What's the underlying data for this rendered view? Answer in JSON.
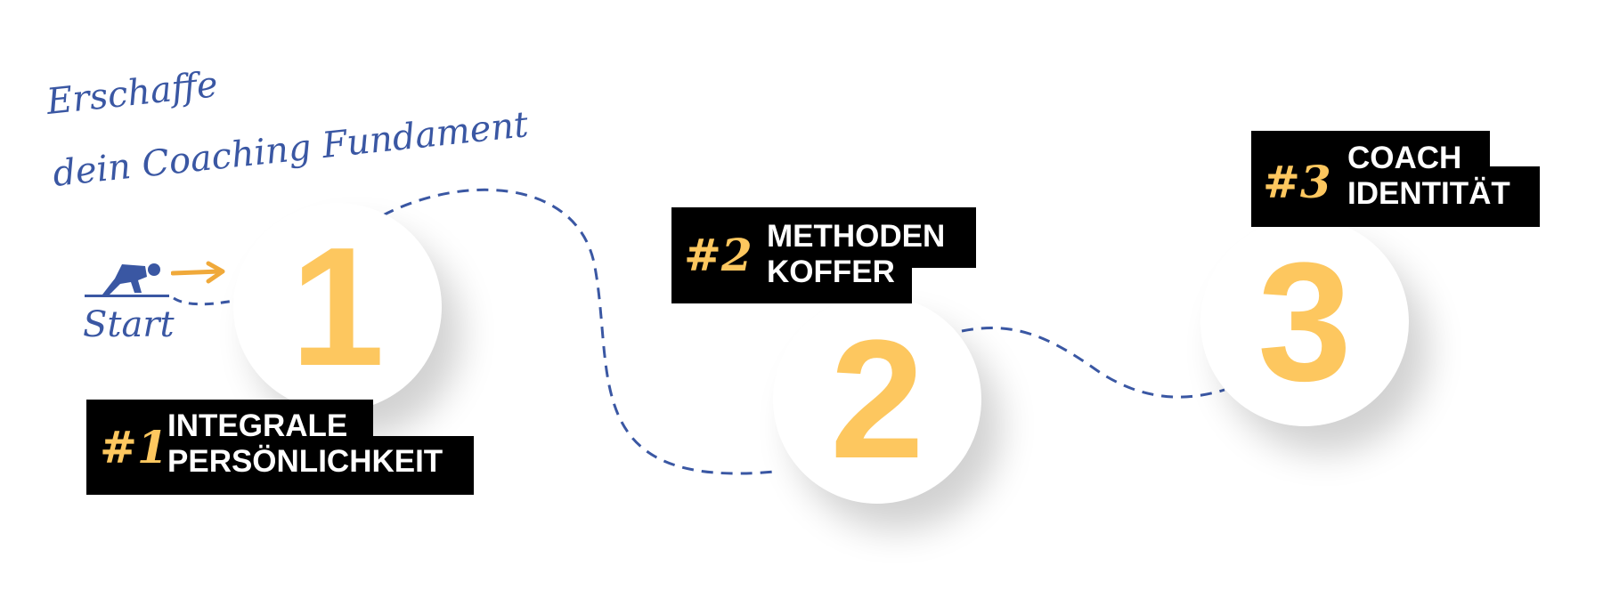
{
  "heading": {
    "line1": "Erschaffe",
    "line2": "dein Coaching Fundament"
  },
  "start_label": "Start",
  "colors": {
    "accent": "#fdc75f",
    "path": "#3a57a3",
    "label_bg": "#000000",
    "label_text": "#ffffff"
  },
  "steps": [
    {
      "number": "1",
      "hash": "#1",
      "title_line1": "INTEGRALE",
      "title_line2": "PERSÖNLICHKEIT"
    },
    {
      "number": "2",
      "hash": "#2",
      "title_line1": "METHODEN",
      "title_line2": "KOFFER"
    },
    {
      "number": "3",
      "hash": "#3",
      "title_line1": "COACH",
      "title_line2": "IDENTITÄT"
    }
  ]
}
